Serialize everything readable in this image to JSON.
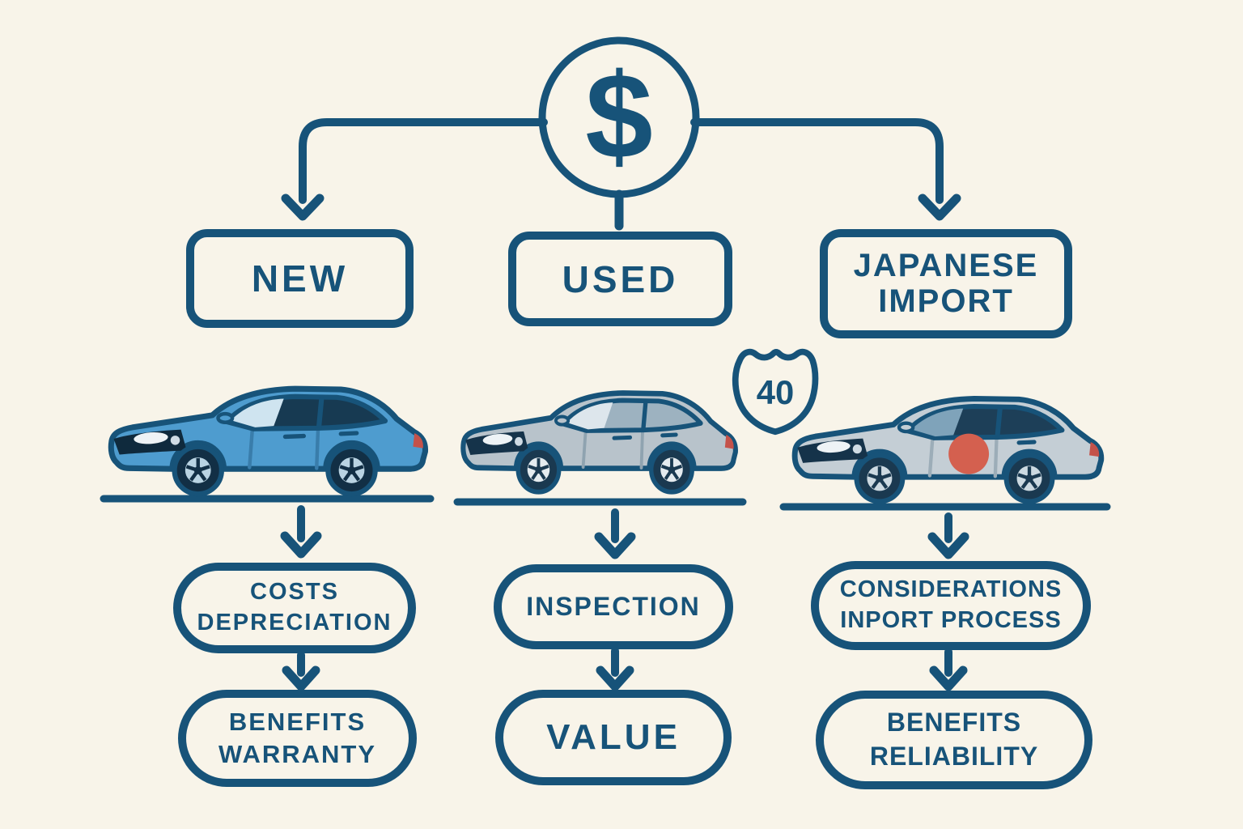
{
  "palette": {
    "bg": "#f8f4e9",
    "ink": "#175379"
  },
  "root": {
    "symbol": "$"
  },
  "shield": {
    "number": "40"
  },
  "columns": [
    {
      "id": "new",
      "box": {
        "label": "NEW"
      },
      "car": {
        "name": "blue-sedan",
        "body": "#4e9ccf",
        "body_shade": "#397dab",
        "nose": "#0f2a3d",
        "glass": "#173a52",
        "glass_light": "#cfe4f0",
        "rim": "#b9d3e2",
        "tire": "#122f45",
        "taillight": "#c4524a",
        "flag": null
      },
      "outcomes": [
        {
          "line1": "COSTS",
          "line2": "DEPRECIATION"
        },
        {
          "line1": "BENEFITS",
          "line2": "WARRANTY"
        }
      ]
    },
    {
      "id": "used",
      "box": {
        "label": "USED"
      },
      "car": {
        "name": "gray-sedan",
        "body": "#b8c3cb",
        "body_shade": "#8fa3b0",
        "nose": "#15334a",
        "glass": "#9db2c0",
        "glass_light": "#dde6ec",
        "rim": "#e4ebef",
        "tire": "#1a3950",
        "taillight": "#c4524a",
        "flag": null
      },
      "outcomes": [
        {
          "line1": "INSPECTION",
          "line2": ""
        },
        {
          "line1": "VALUE",
          "line2": ""
        }
      ]
    },
    {
      "id": "japanese-import",
      "box": {
        "label": "JAPANESE",
        "label2": "IMPORT"
      },
      "car": {
        "name": "import-sedan-with-flag",
        "body": "#c4ced5",
        "body_shade": "#9cadb8",
        "nose": "#15334a",
        "glass": "#1d3f58",
        "glass_light": "#7fa3ba",
        "rim": "#ccd9e1",
        "tire": "#1a3950",
        "taillight": "#c4524a",
        "flag": "#d4604f"
      },
      "outcomes": [
        {
          "line1": "CONSIDERATIONS",
          "line2": "INPORT PROCESS"
        },
        {
          "line1": "BENEFITS",
          "line2": "RELIABILITY"
        }
      ]
    }
  ]
}
